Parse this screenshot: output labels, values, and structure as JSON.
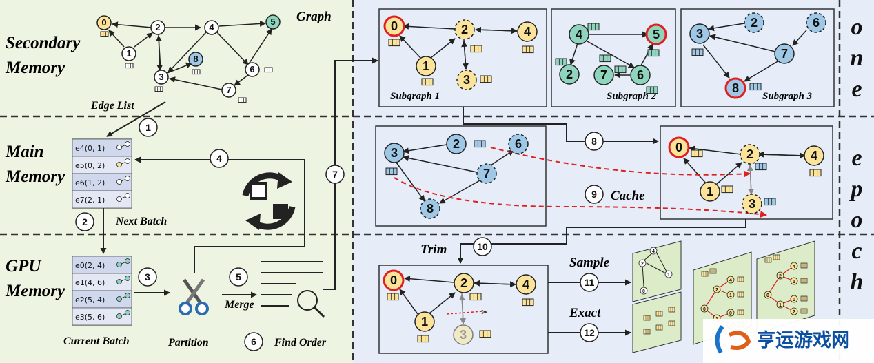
{
  "regions": {
    "secondary": {
      "line1": "Secondary",
      "line2": "Memory"
    },
    "main": {
      "line1": "Main",
      "line2": "Memory"
    },
    "gpu": {
      "line1": "GPU",
      "line2": "Memory"
    }
  },
  "labels": {
    "graph": "Graph",
    "edge_list": "Edge List",
    "next_batch": "Next Batch",
    "current_batch": "Current Batch",
    "partition": "Partition",
    "merge": "Merge",
    "find_order": "Find Order",
    "cache": "Cache",
    "trim": "Trim",
    "sample": "Sample",
    "exact": "Exact",
    "subgraph1": "Subgraph 1",
    "subgraph2": "Subgraph 2",
    "subgraph3": "Subgraph 3"
  },
  "epoch_text": [
    "o",
    "n",
    "e",
    "e",
    "p",
    "o",
    "c",
    "h"
  ],
  "steps": [
    "1",
    "2",
    "3",
    "4",
    "5",
    "6",
    "7",
    "8",
    "9",
    "10",
    "11",
    "12"
  ],
  "main_edges": [
    "e4(0, 1)",
    "e5(0, 2)",
    "e6(1, 2)",
    "e7(2, 1)"
  ],
  "gpu_edges": [
    "e0(2, 4)",
    "e1(4, 6)",
    "e2(5, 4)",
    "e3(5, 6)"
  ],
  "node_labels": [
    "0",
    "1",
    "2",
    "3",
    "4",
    "5",
    "6",
    "7",
    "8"
  ],
  "colors": {
    "yellow": "#fbe49a",
    "green": "#8fd4bd",
    "blue": "#9ec8e6",
    "red": "#e02020",
    "left_bg": "#eef4e2",
    "right_bg": "#e6edf8"
  },
  "watermark": "亨运游戏网"
}
